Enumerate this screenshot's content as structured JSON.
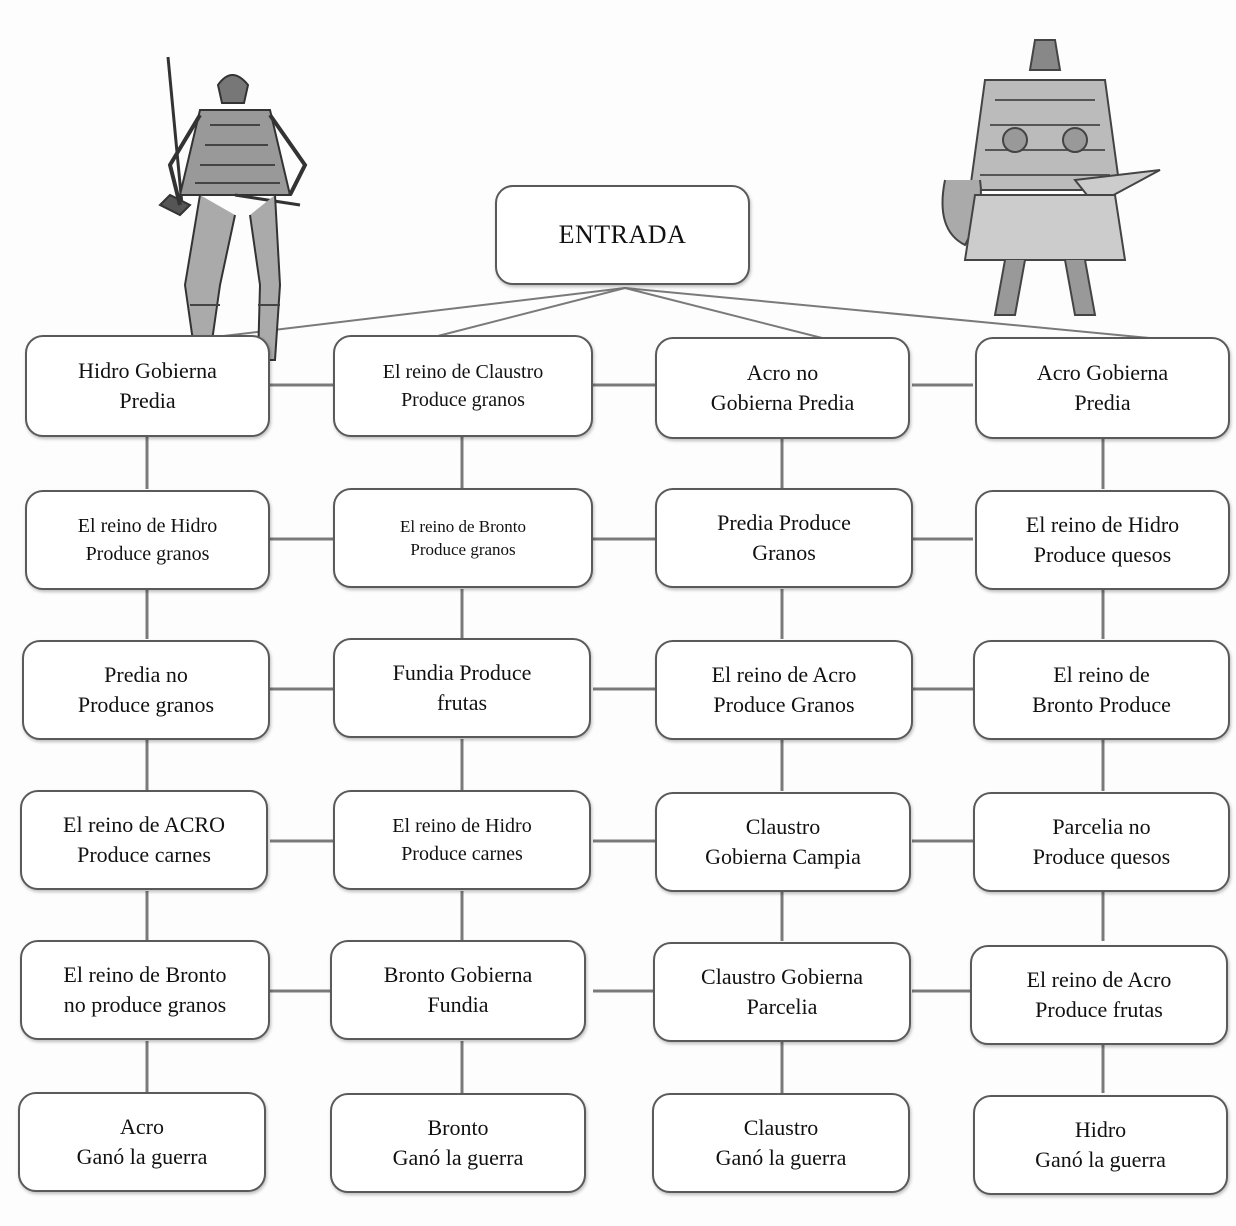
{
  "entrada": "ENTRADA",
  "columns": [
    {
      "nodes": [
        "Hidro Gobierna\nPredia",
        "El reino de Hidro\nProduce granos",
        "Predia no\nProduce  granos",
        "El reino de ACRO\nProduce carnes",
        "El reino de Bronto\nno produce granos",
        "Acro\nGanó la guerra"
      ]
    },
    {
      "nodes": [
        "El reino de Claustro\nProduce granos",
        "El reino de Bronto\nProduce granos",
        "Fundia   Produce\nfrutas",
        "El reino de Hidro\nProduce carnes",
        "Bronto Gobierna\nFundia",
        "Bronto\nGanó la guerra"
      ]
    },
    {
      "nodes": [
        "Acro    no\nGobierna  Predia",
        "Predia Produce\nGranos",
        "El reino de Acro\nProduce Granos",
        "Claustro\nGobierna Campia",
        "Claustro Gobierna\nParcelia",
        "Claustro\nGanó la guerra"
      ]
    },
    {
      "nodes": [
        "Acro    Gobierna\nPredia",
        "El reino de  Hidro\nProduce quesos",
        "El       reino       de\nBronto     Produce",
        "Parcelia no\nProduce quesos",
        "El reino de Acro\nProduce frutas",
        "Hidro\nGanó la guerra"
      ]
    }
  ],
  "illustrations": [
    "samurai-warrior",
    "armored-knight"
  ],
  "colors": {
    "border": "#5a5a5a",
    "line": "#7a7a7a",
    "text": "#111111"
  }
}
